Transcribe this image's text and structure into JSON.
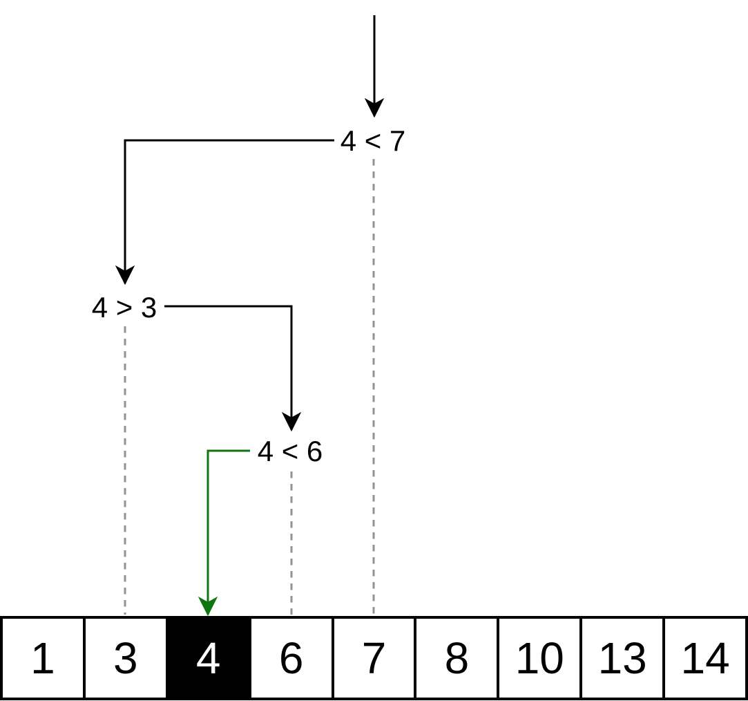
{
  "title": "binary-search-visualization",
  "comparisons": [
    {
      "label": "4 < 7"
    },
    {
      "label": "4 > 3"
    },
    {
      "label": "4 < 6"
    }
  ],
  "array": {
    "values": [
      "1",
      "3",
      "4",
      "6",
      "7",
      "8",
      "10",
      "13",
      "14"
    ],
    "highlighted_index": 2,
    "highlighted_value": "4"
  },
  "colors": {
    "arrow_black": "#000000",
    "arrow_green": "#0f750f",
    "dashed_gray": "#929292",
    "highlight_bg": "#000000",
    "highlight_text": "#ffffff"
  }
}
